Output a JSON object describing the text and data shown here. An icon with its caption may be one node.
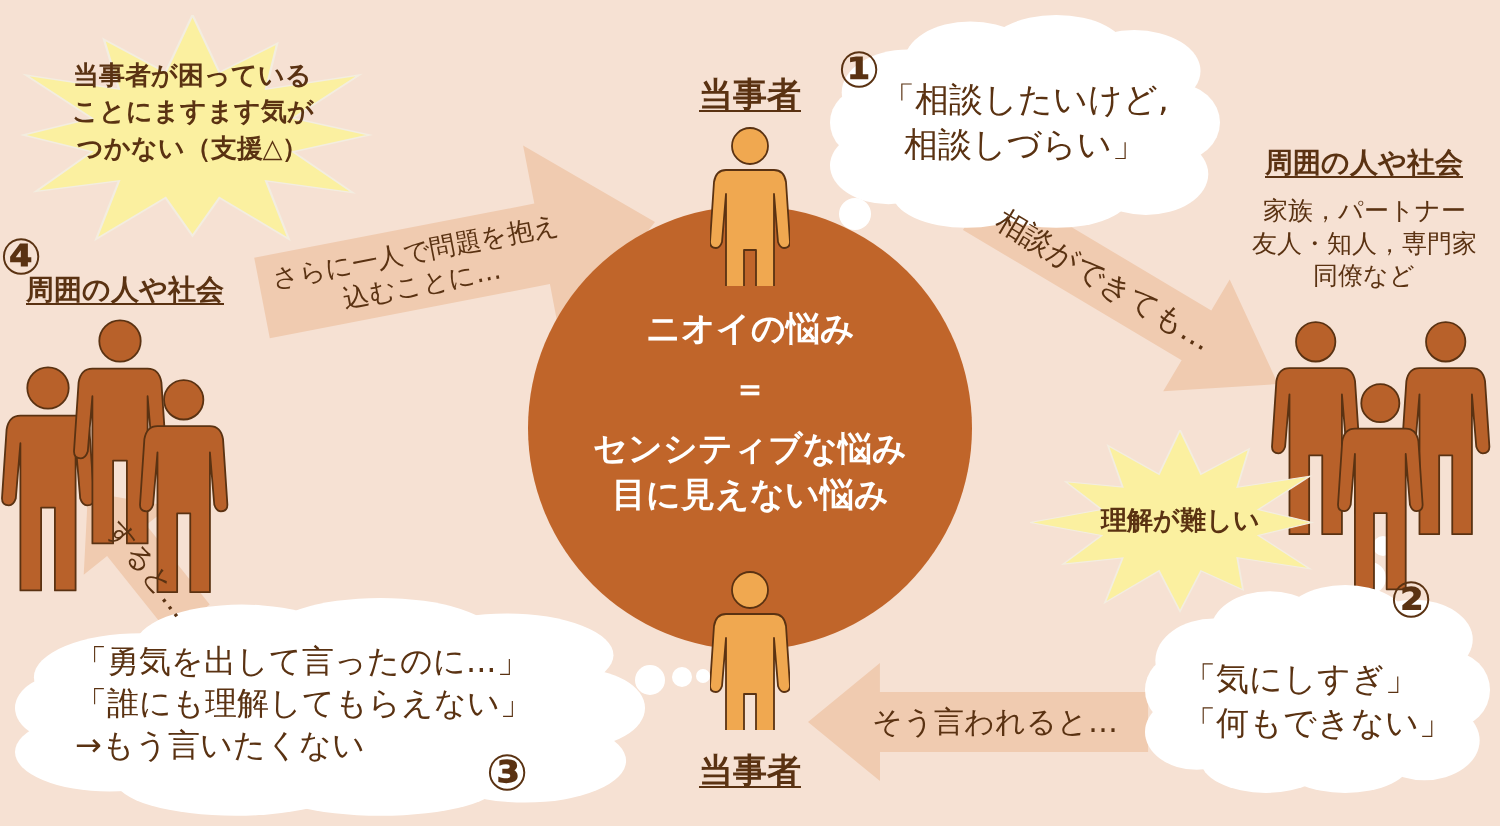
{
  "diagram": {
    "nodes": [
      {
        "text": [
          "ニオイの悩み",
          "＝",
          "センシティブな悩み",
          "目に見えない悩み"
        ]
      },
      {
        "text": [
          "当事者"
        ]
      },
      {
        "text": [
          "「相談したいけど,相談しづらい」"
        ],
        "beside": [
          "①"
        ]
      },
      {
        "text": [
          "周囲の人や社会",
          "家族，パートナー",
          "友人・知人，専門家",
          "同僚など"
        ]
      },
      {
        "text": [
          "理解が難しい"
        ]
      },
      {
        "text": [
          "「気にしすぎ」",
          "「何もできない」"
        ],
        "beside": [
          "②"
        ]
      },
      {
        "text": [
          "当事者"
        ]
      },
      {
        "text": [
          "「勇気を出して言ったのに...」",
          "「誰にも理解してもらえない」",
          "→もう言いたくない"
        ],
        "beside": [
          "③"
        ]
      },
      {
        "text": [
          "周囲の人や社会"
        ],
        "beside": [
          "④"
        ]
      },
      {
        "text": [
          "当事者が困っていることにますます気がつかない（支援△）"
        ]
      }
    ],
    "edges": [
      {
        "from": 2,
        "to": 3,
        "arrow": "to",
        "label": "相談ができても…"
      },
      {
        "from": 5,
        "to": 6,
        "arrow": "to",
        "label": "そう言われると…"
      },
      {
        "from": 7,
        "to": 8,
        "arrow": "to",
        "label": "すると…"
      },
      {
        "from": 8,
        "to": 0,
        "arrow": "to",
        "label": "さらに一人で問題を抱え込むことに…"
      }
    ]
  }
}
